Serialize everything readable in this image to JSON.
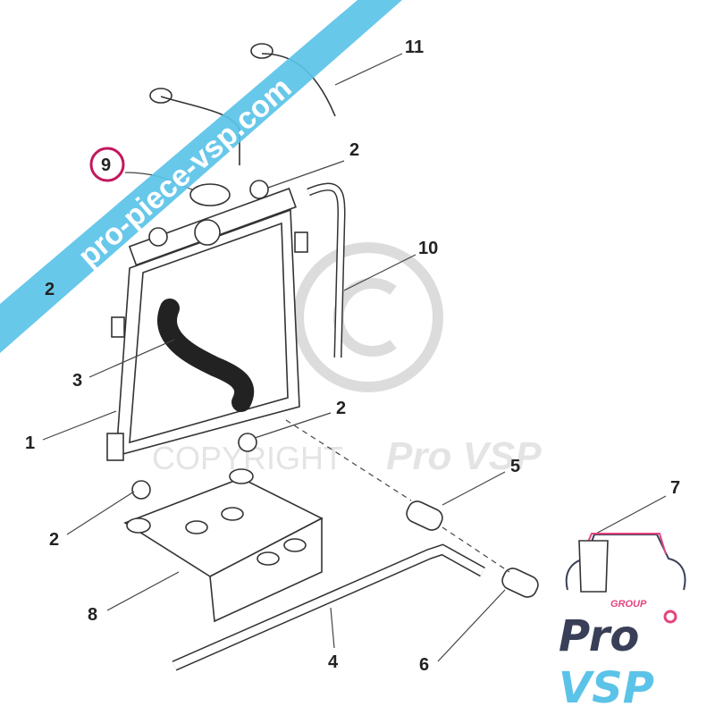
{
  "watermark": {
    "copyright_text": "COPYRIGHT",
    "brand_text": "Pro VSP"
  },
  "banner": {
    "text": "pro-piece-vsp.com",
    "color": "#5bc3e8"
  },
  "callouts": [
    {
      "number": "11"
    },
    {
      "number": "2"
    },
    {
      "number": "9"
    },
    {
      "number": "10"
    },
    {
      "number": "2"
    },
    {
      "number": "3"
    },
    {
      "number": "2"
    },
    {
      "number": "1"
    },
    {
      "number": "5"
    },
    {
      "number": "7"
    },
    {
      "number": "2"
    },
    {
      "number": "8"
    },
    {
      "number": "6"
    },
    {
      "number": "4"
    }
  ],
  "highlight_color": "#c2185b",
  "logo": {
    "group": "GROUP",
    "pro": "Pro",
    "vsp": "VSP",
    "pro_color": "#3a3f58",
    "vsp_color": "#5bc3e8",
    "accent": "#e4457f"
  }
}
